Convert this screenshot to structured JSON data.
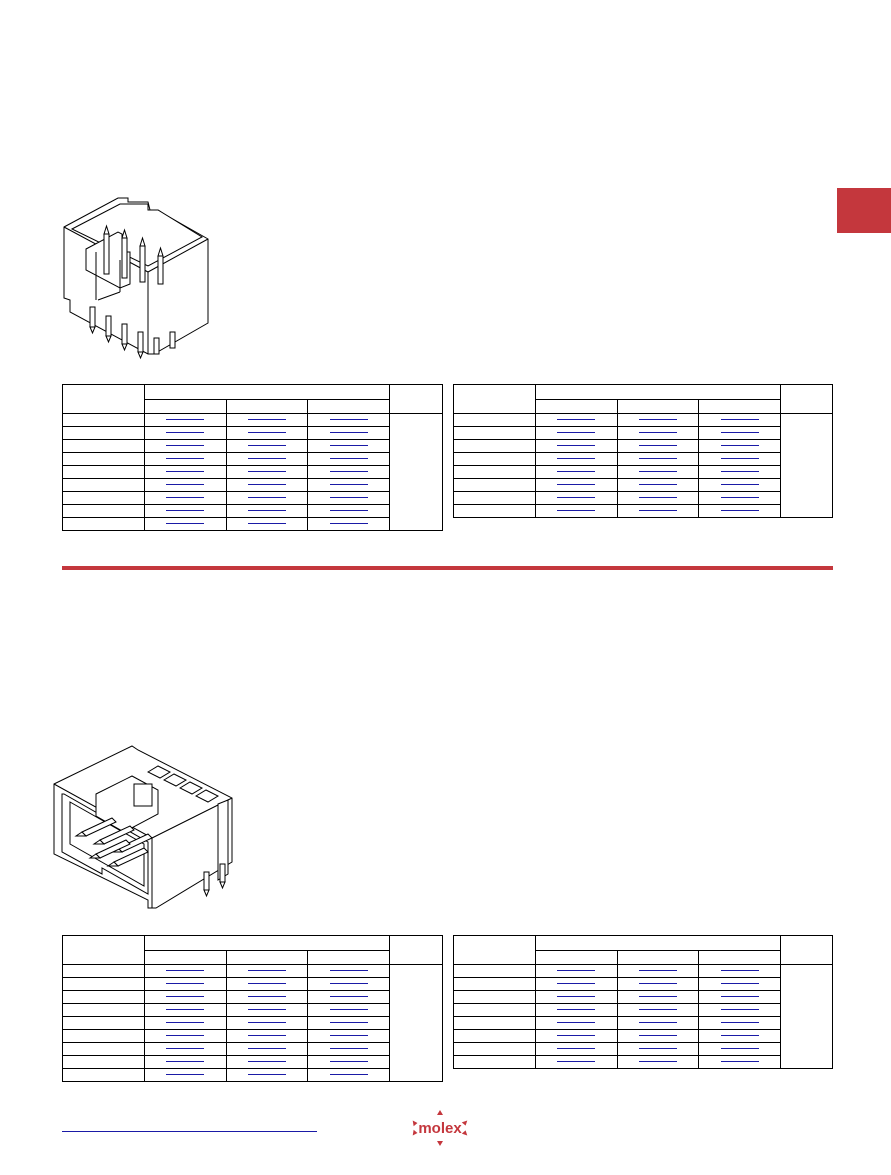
{
  "brand": {
    "logo_text": "molex",
    "color": "#c4373d"
  },
  "accent_tab_color": "#c4373d",
  "link_color": "#1a1aa6",
  "illustrations": [
    {
      "name": "vertical-shrouded-header-illustration"
    },
    {
      "name": "right-angle-shrouded-header-illustration"
    }
  ],
  "tables": [
    {
      "section": "vertical",
      "rows": 9
    },
    {
      "section": "vertical",
      "rows": 8
    },
    {
      "section": "right-angle",
      "rows": 9
    },
    {
      "section": "right-angle",
      "rows": 8
    }
  ]
}
